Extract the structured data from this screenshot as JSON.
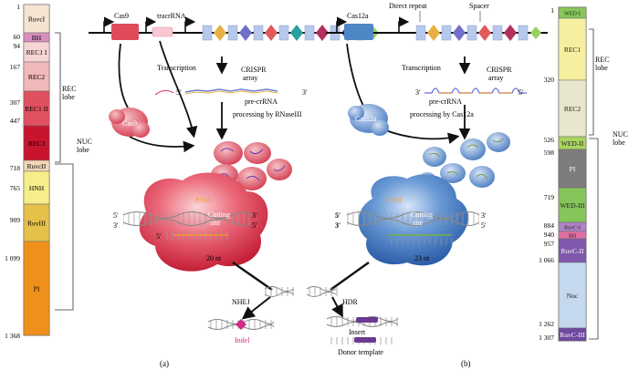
{
  "left_bar": {
    "ticks": [
      "1",
      "60",
      "94",
      "167",
      "307",
      "447",
      "718",
      "765",
      "909",
      "1 099",
      "1 368"
    ],
    "domains": [
      {
        "label": "RuvcI",
        "color": "#f5e4d2"
      },
      {
        "label": "BH",
        "color": "#d98ec0"
      },
      {
        "label": "REC1 I",
        "color": "#f6d6d4"
      },
      {
        "label": "REC2",
        "color": "#f0b8b8"
      },
      {
        "label": "REC1 II",
        "color": "#e05060"
      },
      {
        "label": "REC3",
        "color": "#c8152d"
      },
      {
        "label": "RuvcII",
        "color": "#f1d7b6"
      },
      {
        "label": "HNH",
        "color": "#f5ee8a"
      },
      {
        "label": "RuvIII",
        "color": "#e5c14a"
      },
      {
        "label": "PI",
        "color": "#f0901c"
      }
    ],
    "brackets": {
      "rec": "REC\nlobe",
      "nuc": "NUC\nlobe"
    }
  },
  "right_bar": {
    "ticks": [
      "1",
      "320",
      "526",
      "598",
      "719",
      "884",
      "940",
      "957",
      "1 066",
      "1 262",
      "1 307"
    ],
    "domains": [
      {
        "label": "WED-I",
        "color": "#86c55a"
      },
      {
        "label": "REC1",
        "color": "#f5f0a0"
      },
      {
        "label": "REC2",
        "color": "#e8e6cc"
      },
      {
        "label": "WED-II",
        "color": "#a8d360"
      },
      {
        "label": "PI",
        "color": "#7d7d7d"
      },
      {
        "label": "WED-III",
        "color": "#86c55a"
      },
      {
        "label": "RuvC-I",
        "color": "#b082c8"
      },
      {
        "label": "BH",
        "color": "#e070a4"
      },
      {
        "label": "RuvC-II",
        "color": "#8058ac"
      },
      {
        "label": "Nuc",
        "color": "#c4d8ee"
      },
      {
        "label": "RuvC-III",
        "color": "#7048a0"
      }
    ],
    "brackets": {
      "rec": "REC\nlobe",
      "nuc": "NUC\nlobe"
    }
  },
  "panel_a": {
    "gene_cas9": "Cas9",
    "gene_tracr": "tracrRNA",
    "transcription": "Transcription",
    "crispr_array": "CRISPR\narray",
    "five": "5′",
    "three": "3′",
    "pre_crrna": "pre-crRNA",
    "processing": "processing by RNaseIII",
    "protein": "Cas9",
    "pam": "PAM",
    "cutting_site": "Cutting\nsite",
    "length": "20 nt",
    "label": "(a)"
  },
  "panel_b": {
    "gene_cas12a": "Cas12a",
    "direct_repeat": "Direct repeat",
    "spacer": "Spacer",
    "transcription": "Transcription",
    "crispr_array": "CRISPR\narray",
    "five": "5′",
    "three": "3′",
    "pre_crrna": "pre-crRNA",
    "processing": "processing by Cas12a",
    "protein": "Cas12a",
    "pam": "PAM",
    "cutting_site": "Cutting\nsite",
    "length": "23 nt",
    "label": "(b)"
  },
  "repair": {
    "nhej": "NHEJ",
    "hdr": "HDR",
    "indel": "Indel",
    "insert": "Insert",
    "donor": "Donor template"
  },
  "colors": {
    "cas9": "#e04a5a",
    "cas12a": "#4f86c6",
    "pam": "#f0a030",
    "indel": "#d02a8a",
    "insert": "#6a3a90"
  }
}
